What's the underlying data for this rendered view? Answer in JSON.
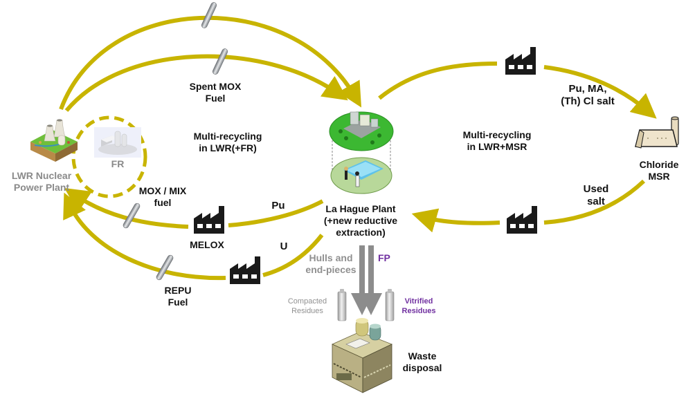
{
  "diagram": {
    "colors": {
      "flow_arrow": "#c8b400",
      "waste_arrow": "#8c8c8c",
      "factory_icon": "#1a1a1a",
      "text_primary": "#111111",
      "text_gray": "#8a8a8a",
      "text_purple": "#7030a0"
    },
    "nodes": {
      "lwr": {
        "label": "LWR Nuclear\nPower Plant",
        "icon": "nuclear-power-plant-icon"
      },
      "fr": {
        "label": "FR",
        "icon": "fast-reactor-icon"
      },
      "la_hague": {
        "label": "La Hague Plant\n(+new reductive\nextraction)",
        "icon": "reprocessing-plant-icon"
      },
      "msr": {
        "label": "Chloride\nMSR",
        "icon": "molten-salt-reactor-icon"
      },
      "waste": {
        "label": "Waste\ndisposal",
        "icon": "waste-disposal-facility-icon"
      },
      "melox": {
        "label": "MELOX",
        "icon": "factory-icon"
      }
    },
    "flow_labels": {
      "spent_mox": "Spent MOX\nFuel",
      "multi_lwr_fr": "Multi-recycling\nin LWR(+FR)",
      "multi_lwr_msr": "Multi-recycling\nin LWR+MSR",
      "pu_ma_salt": "Pu, MA,\n(Th) Cl salt",
      "used_salt": "Used\nsalt",
      "mox_mix": "MOX / MIX\nfuel",
      "pu": "Pu",
      "u": "U",
      "repu": "REPU\nFuel",
      "hulls": "Hulls and\nend-pieces",
      "fp": "FP",
      "compacted": "Compacted\nResidues",
      "vitrified": "Vitrified\nResidues"
    },
    "icons": {
      "fuel_rod": "fuel-rod-icon",
      "factory": "factory-icon",
      "residue_canister": "residue-canister-icon"
    }
  }
}
